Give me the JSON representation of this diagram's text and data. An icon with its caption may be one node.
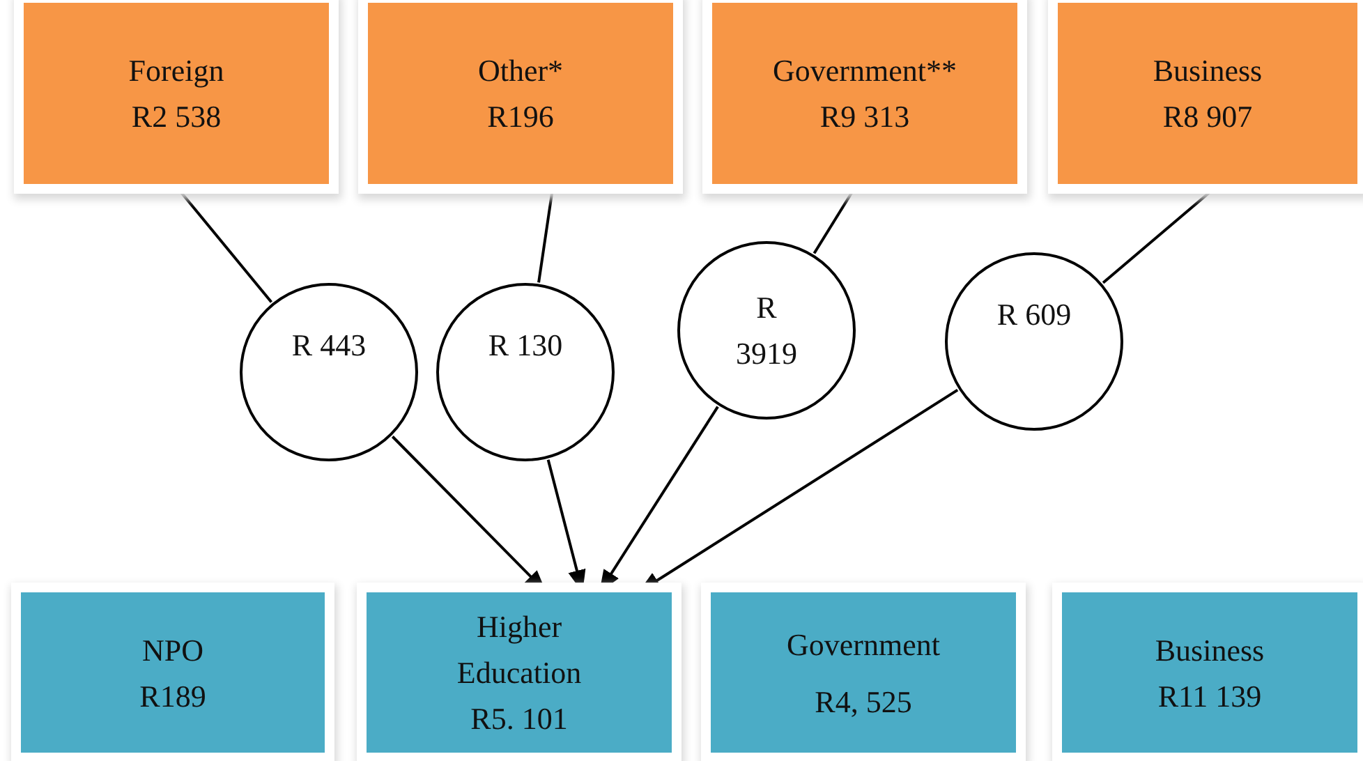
{
  "diagram": {
    "nodes": [
      {
        "text": [
          "Foreign",
          "R2 538"
        ]
      },
      {
        "text": [
          "Other*",
          "R196"
        ]
      },
      {
        "text": [
          "Government**",
          "R9 313"
        ]
      },
      {
        "text": [
          "Business",
          "R8 907"
        ]
      },
      {
        "text": [
          "R 443"
        ]
      },
      {
        "text": [
          "R 130"
        ]
      },
      {
        "text": [
          "R 3919"
        ]
      },
      {
        "text": [
          "R 609"
        ]
      },
      {
        "text": [
          "NPO",
          "R189"
        ]
      },
      {
        "text": [
          "Higher Education",
          "R5. 101"
        ]
      },
      {
        "text": [
          "Government",
          "R4, 525"
        ]
      },
      {
        "text": [
          "Business",
          "R11 139"
        ]
      }
    ],
    "edges": [
      {
        "from": 0,
        "to": 4,
        "arrow": "none"
      },
      {
        "from": 4,
        "to": 9,
        "arrow": "to"
      },
      {
        "from": 1,
        "to": 5,
        "arrow": "none"
      },
      {
        "from": 5,
        "to": 9,
        "arrow": "to"
      },
      {
        "from": 2,
        "to": 6,
        "arrow": "none"
      },
      {
        "from": 6,
        "to": 9,
        "arrow": "to"
      },
      {
        "from": 3,
        "to": 7,
        "arrow": "none"
      },
      {
        "from": 7,
        "to": 9,
        "arrow": "to"
      }
    ]
  }
}
